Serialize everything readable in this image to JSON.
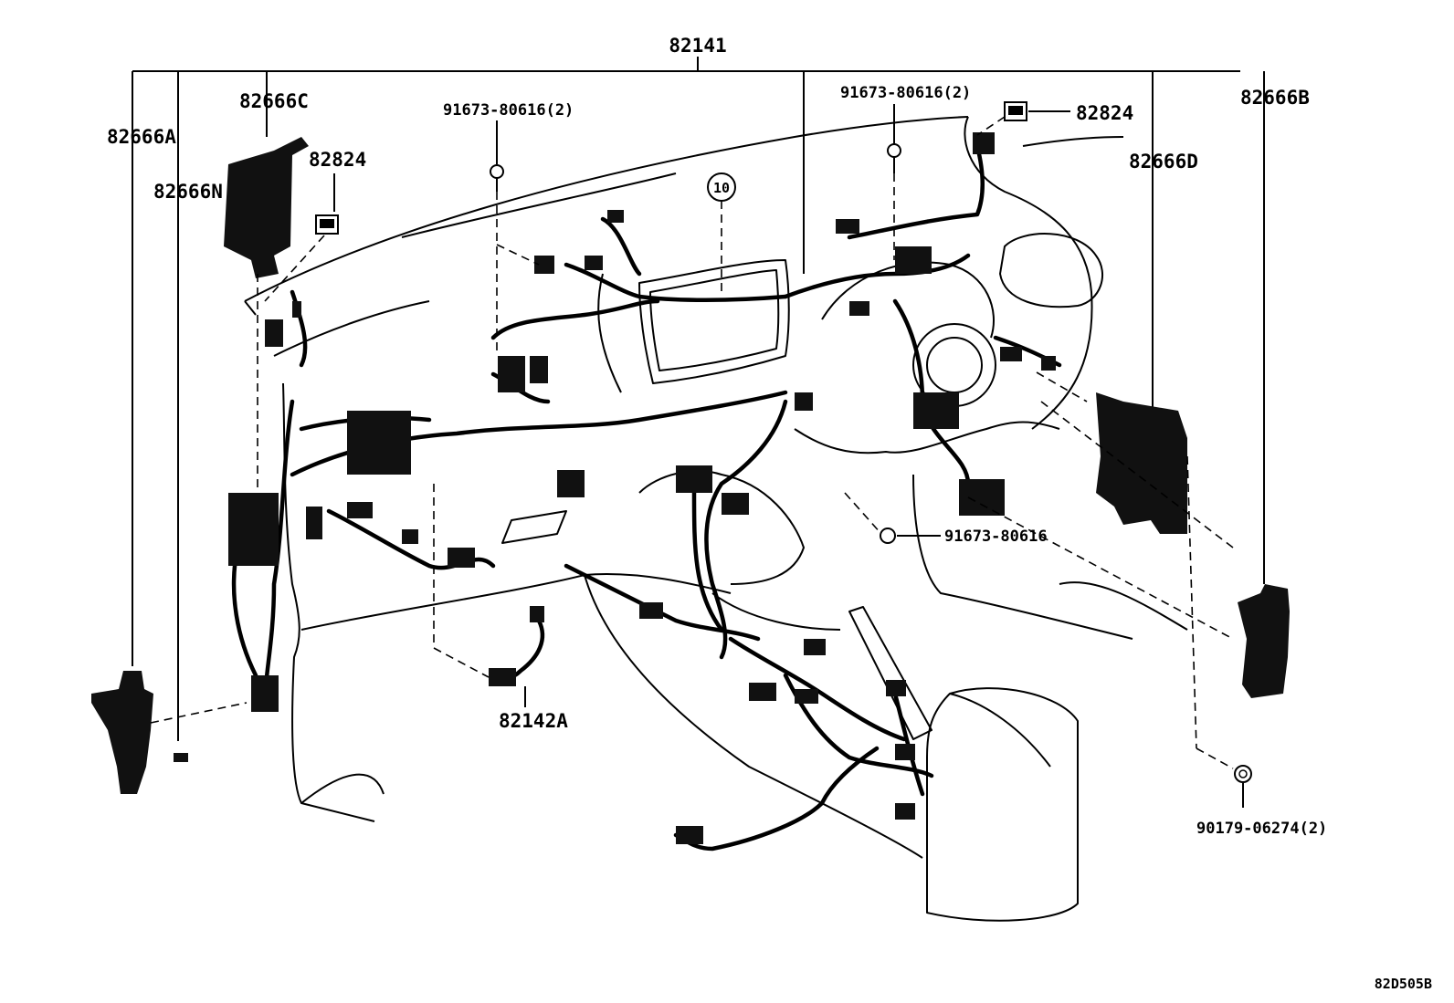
{
  "labels": {
    "main_harness": "82141",
    "clip_a": "82666A",
    "clip_c": "82666C",
    "clip_n": "82666N",
    "clip_b": "82666B",
    "clip_d": "82666D",
    "clamp_left": "82824",
    "clamp_right": "82824",
    "bolt_left": "91673-80616(2)",
    "bolt_right": "91673-80616(2)",
    "bolt_center": "91673-80616",
    "sub_harness": "82142A",
    "nut": "90179-06274(2)",
    "ref_circle": "10"
  },
  "diagram_code": "82D505B"
}
